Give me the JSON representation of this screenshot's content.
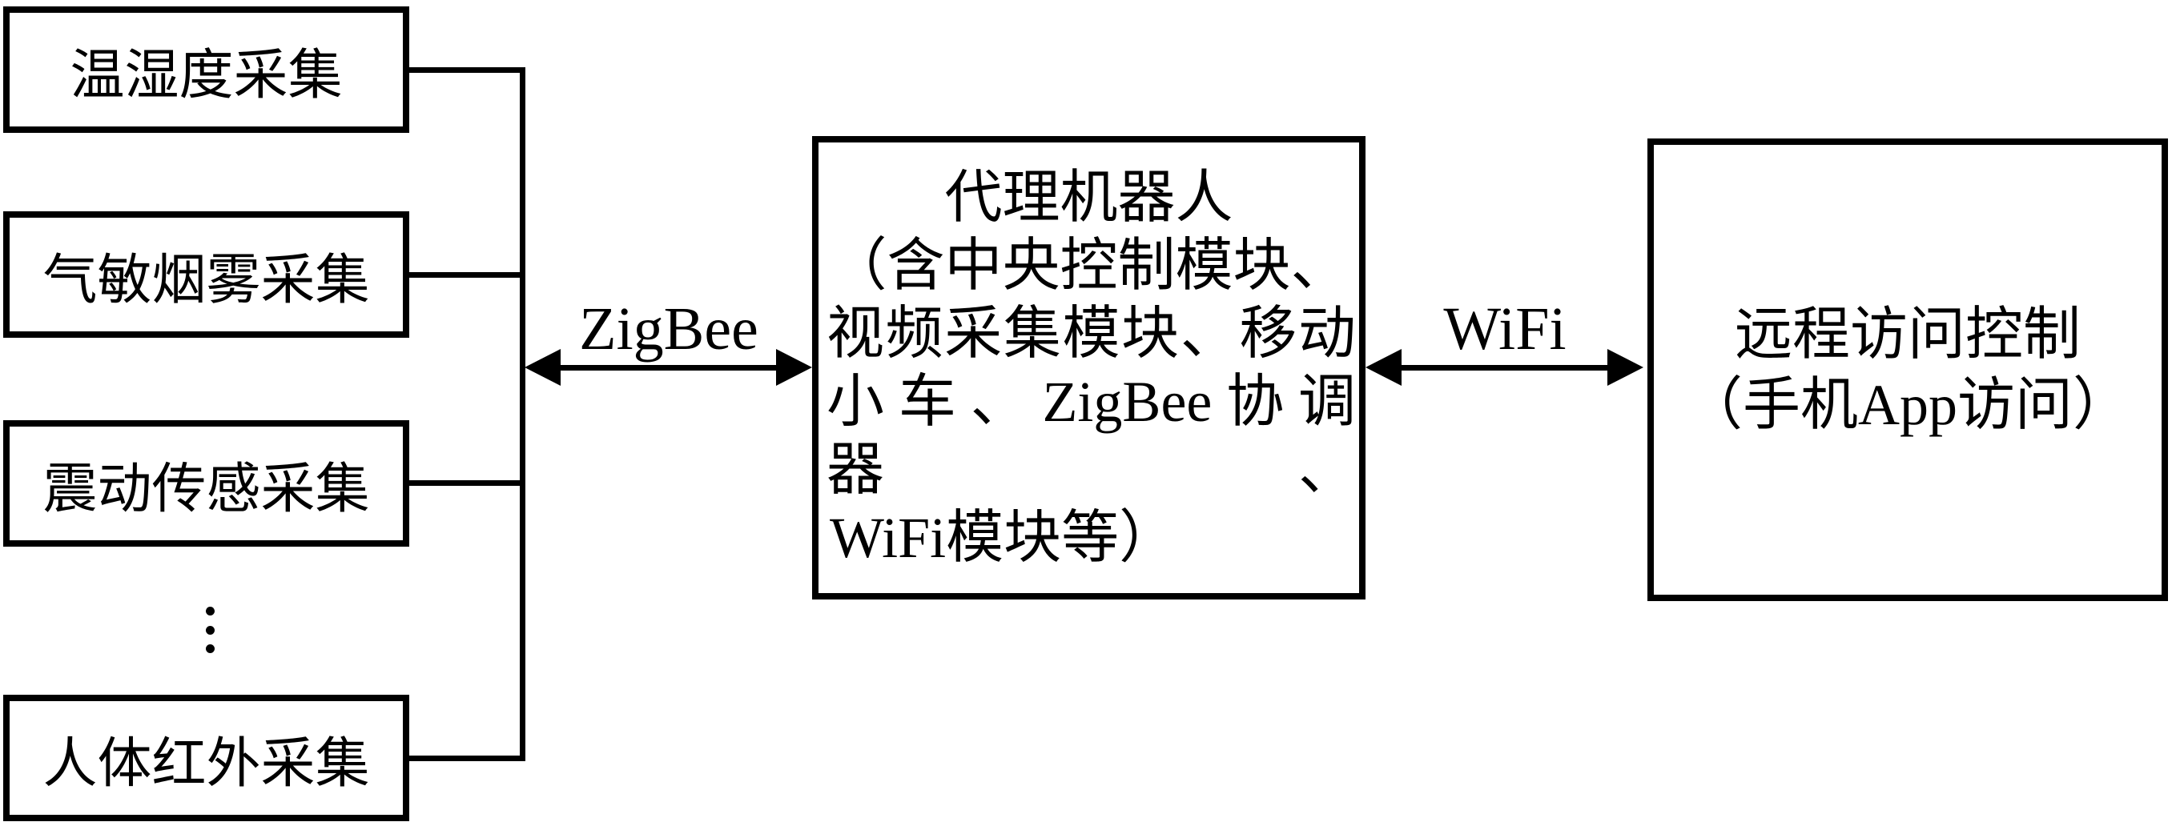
{
  "diagram": {
    "title_semantic": "home-monitoring-robot-system-architecture",
    "colors": {
      "background": "#ffffff",
      "line": "#000000",
      "text": "#000000"
    },
    "sensors": [
      {
        "label": "温湿度采集"
      },
      {
        "label": "气敏烟雾采集"
      },
      {
        "label": "震动传感采集"
      },
      {
        "label": "人体红外采集"
      }
    ],
    "more_sensors_ellipsis": "⋮",
    "links": {
      "zigbee": {
        "label": "ZigBee"
      },
      "wifi": {
        "label": "WiFi"
      }
    },
    "robot": {
      "lines": [
        "代理机器人",
        "（含中央控制模块、",
        "视频采集模块、移动",
        "小车、ZigBee协调器、",
        "WiFi模块等）"
      ]
    },
    "remote": {
      "lines": [
        "远程访问控制",
        "（手机App访问）"
      ]
    }
  }
}
